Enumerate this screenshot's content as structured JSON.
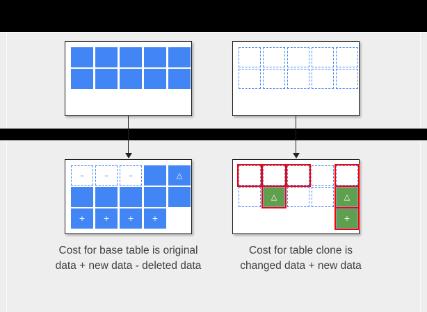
{
  "theme": {
    "background": "#000000",
    "panel_background": "#eeeeee",
    "card_background": "#ffffff",
    "card_border": "#1a1a1a",
    "blue": "#4285f4",
    "green": "#5fa04e",
    "red_highlight": "#ff0000",
    "text": "#3c4043"
  },
  "tables": {
    "base_top": {
      "name": "base-table-original",
      "rows": [
        [
          {
            "style": "solid",
            "glyph": ""
          },
          {
            "style": "solid",
            "glyph": ""
          },
          {
            "style": "solid",
            "glyph": ""
          },
          {
            "style": "solid",
            "glyph": ""
          },
          {
            "style": "solid",
            "glyph": ""
          }
        ],
        [
          {
            "style": "solid",
            "glyph": ""
          },
          {
            "style": "solid",
            "glyph": ""
          },
          {
            "style": "solid",
            "glyph": ""
          },
          {
            "style": "solid",
            "glyph": ""
          },
          {
            "style": "solid",
            "glyph": ""
          }
        ]
      ]
    },
    "clone_top": {
      "name": "table-clone-original",
      "rows": [
        [
          {
            "style": "dashed",
            "glyph": ""
          },
          {
            "style": "dashed",
            "glyph": ""
          },
          {
            "style": "dashed",
            "glyph": ""
          },
          {
            "style": "dashed",
            "glyph": ""
          },
          {
            "style": "dashed",
            "glyph": ""
          }
        ],
        [
          {
            "style": "dashed",
            "glyph": ""
          },
          {
            "style": "dashed",
            "glyph": ""
          },
          {
            "style": "dashed",
            "glyph": ""
          },
          {
            "style": "dashed",
            "glyph": ""
          },
          {
            "style": "dashed",
            "glyph": ""
          }
        ]
      ]
    },
    "base_bottom": {
      "name": "base-table-modified",
      "rows": [
        [
          {
            "style": "dashed",
            "glyph": "–"
          },
          {
            "style": "dashed",
            "glyph": "–"
          },
          {
            "style": "dashed",
            "glyph": "–"
          },
          {
            "style": "solid",
            "glyph": ""
          },
          {
            "style": "solid",
            "glyph": "△"
          }
        ],
        [
          {
            "style": "solid",
            "glyph": ""
          },
          {
            "style": "solid",
            "glyph": ""
          },
          {
            "style": "solid",
            "glyph": ""
          },
          {
            "style": "solid",
            "glyph": ""
          },
          {
            "style": "solid",
            "glyph": ""
          }
        ],
        [
          {
            "style": "solid",
            "glyph": "+"
          },
          {
            "style": "solid",
            "glyph": "+"
          },
          {
            "style": "solid",
            "glyph": "+"
          },
          {
            "style": "solid",
            "glyph": "+"
          },
          {
            "style": "empty",
            "glyph": ""
          }
        ]
      ]
    },
    "clone_bottom": {
      "name": "table-clone-modified",
      "rows": [
        [
          {
            "style": "dashed",
            "glyph": "",
            "flag": true
          },
          {
            "style": "dashed",
            "glyph": "",
            "flag": true
          },
          {
            "style": "dashed",
            "glyph": "",
            "flag": true
          },
          {
            "style": "dashed",
            "glyph": "",
            "flag": false
          },
          {
            "style": "dashed",
            "glyph": "",
            "flag": true
          }
        ],
        [
          {
            "style": "dashed",
            "glyph": "",
            "flag": false
          },
          {
            "style": "green",
            "glyph": "△",
            "flag": true
          },
          {
            "style": "dashed",
            "glyph": "",
            "flag": false
          },
          {
            "style": "dashed",
            "glyph": "",
            "flag": false
          },
          {
            "style": "green",
            "glyph": "△",
            "flag": true
          }
        ],
        [
          {
            "style": "empty",
            "glyph": "",
            "flag": false
          },
          {
            "style": "empty",
            "glyph": "",
            "flag": false
          },
          {
            "style": "empty",
            "glyph": "",
            "flag": false
          },
          {
            "style": "empty",
            "glyph": "",
            "flag": false
          },
          {
            "style": "green",
            "glyph": "+",
            "flag": true
          }
        ]
      ]
    }
  },
  "captions": {
    "base": "Cost for base table is original data + new data - deleted data",
    "clone": "Cost for table clone is changed data + new data"
  },
  "arrows": {
    "left_label": "base-table-flow-arrow",
    "right_label": "table-clone-flow-arrow"
  }
}
